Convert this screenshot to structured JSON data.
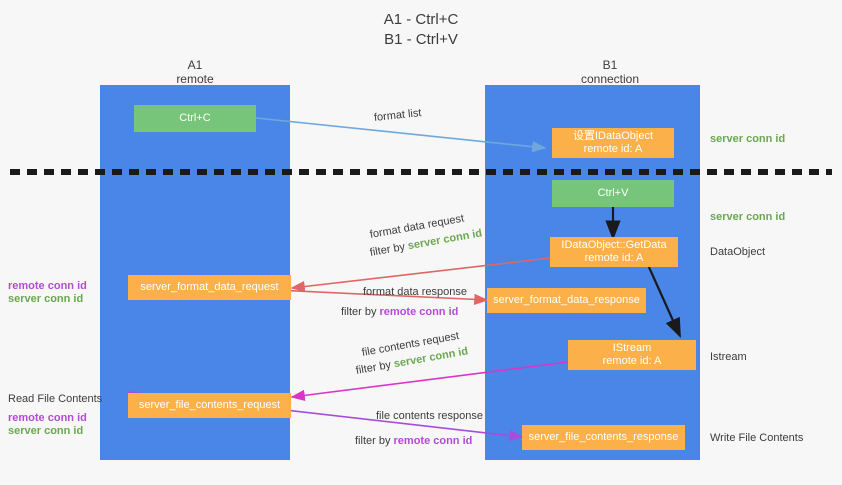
{
  "title": {
    "line1": "A1 - Ctrl+C",
    "line2": "B1 - Ctrl+V"
  },
  "lanes": [
    {
      "name": "A1",
      "role": "remote"
    },
    {
      "name": "B1",
      "role": "connection"
    }
  ],
  "colors": {
    "lane": "#4a86e8",
    "green_box": "#77c47b",
    "orange_box": "#fcb04a",
    "server_conn": "#6aa84f",
    "remote_conn": "#b44bd6",
    "arrow_blue": "#6fa8dc",
    "arrow_red": "#e06666",
    "arrow_magenta": "#d936c6",
    "arrow_purple": "#a64ddb",
    "arrow_black": "#1a1a1a",
    "background": "#f7f7f7"
  },
  "boxes": {
    "ctrl_c": {
      "line1": "Ctrl+C"
    },
    "idataobject": {
      "line1": "设置IDataObject",
      "line2": "remote id: A"
    },
    "ctrl_v": {
      "line1": "Ctrl+V"
    },
    "getdata": {
      "line1": "IDataObject::GetData",
      "line2": "remote id: A"
    },
    "server_format_data_request": {
      "line1": "server_format_data_request"
    },
    "server_format_data_response": {
      "line1": "server_format_data_response"
    },
    "istream": {
      "line1": "IStream",
      "line2": "remote id: A"
    },
    "server_file_contents_request": {
      "line1": "server_file_contents_request"
    },
    "server_file_contents_response": {
      "line1": "server_file_contents_response"
    }
  },
  "arrow_labels": {
    "format_list": "format list",
    "format_data_request": "format data request",
    "format_data_request_filter_prefix": "filter by ",
    "format_data_request_filter_key": "server conn id",
    "format_data_response": "format data response",
    "format_data_response_filter_prefix": "filter by ",
    "format_data_response_filter_key": "remote conn id",
    "file_contents_request": "file contents request",
    "file_contents_request_filter_prefix": "filter by ",
    "file_contents_request_filter_key": "server conn id",
    "file_contents_response": "file contents response",
    "file_contents_response_filter_prefix": "filter by ",
    "file_contents_response_filter_key": "remote conn id"
  },
  "right_notes": {
    "server_conn_top": "server conn id",
    "server_conn_mid": "server conn id",
    "dataobject": "DataObject",
    "istream": "Istream",
    "write_file_contents": "Write File Contents"
  },
  "left_notes": {
    "remote_conn_1": "remote conn id",
    "server_conn_1": "server conn id",
    "read_file_contents": "Read File Contents",
    "remote_conn_2": "remote conn id",
    "server_conn_2": "server conn id"
  }
}
